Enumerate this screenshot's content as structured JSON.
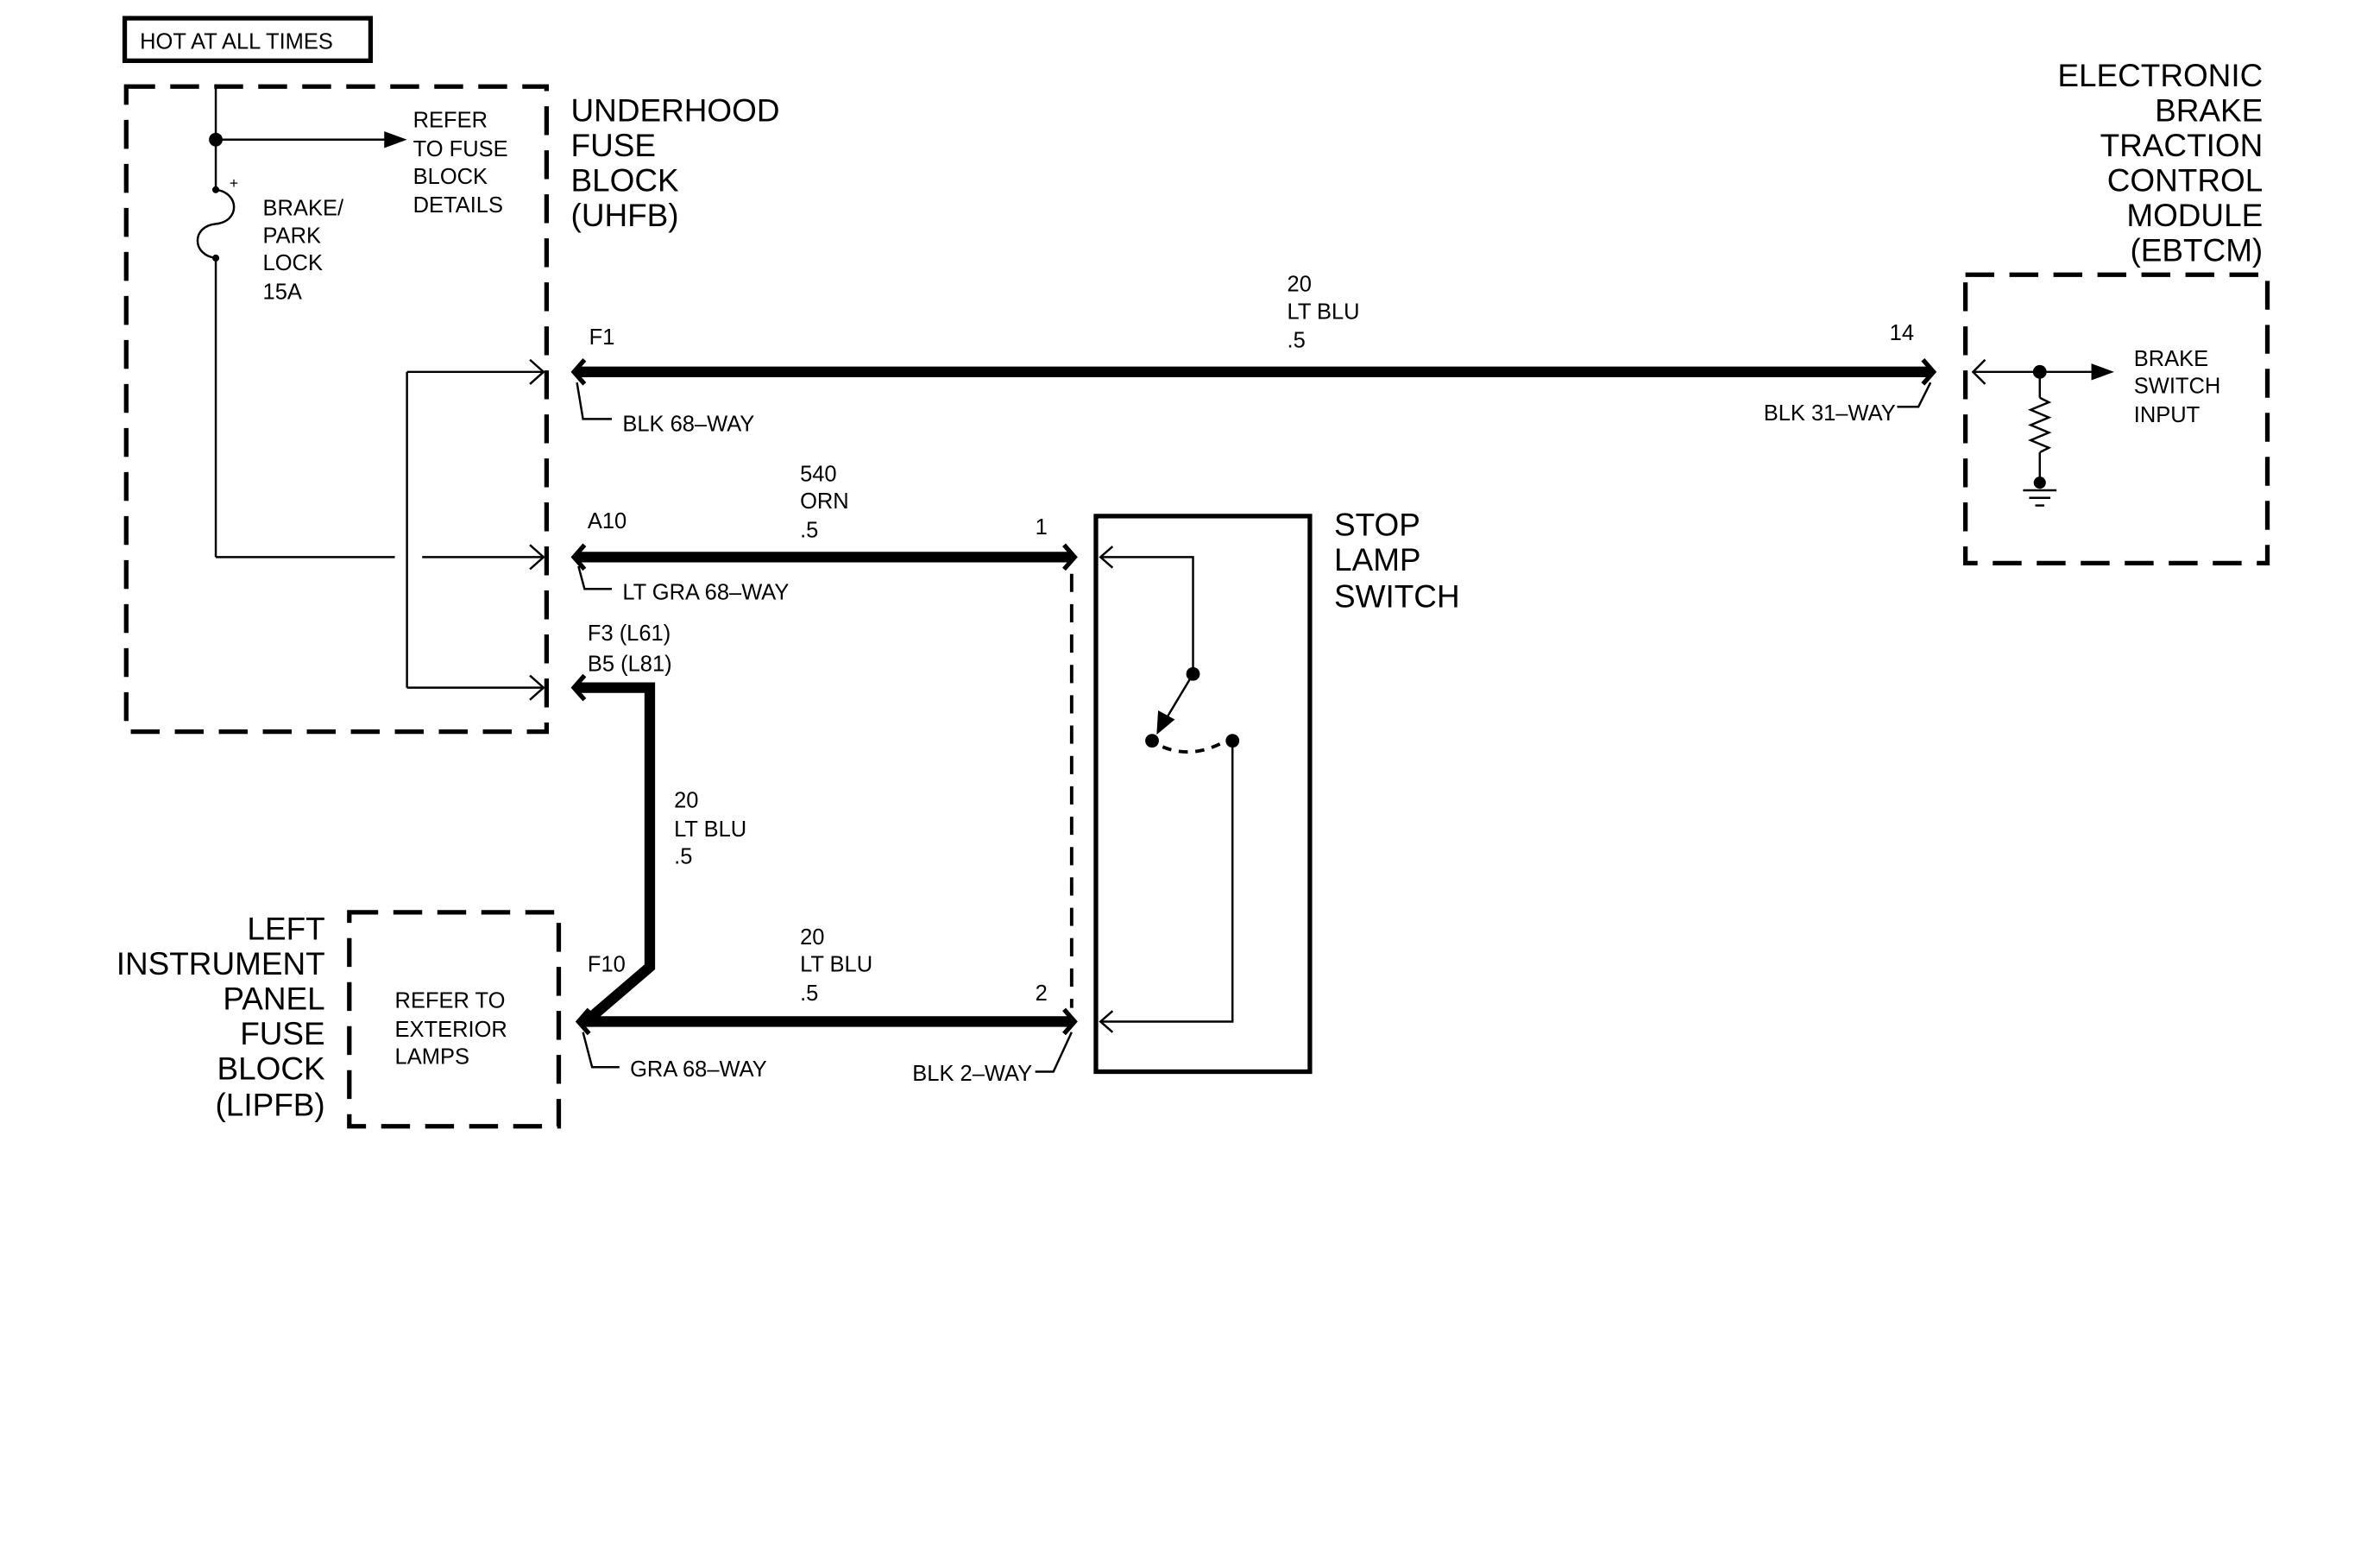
{
  "colors": {
    "ink": "#000000",
    "background": "#ffffff"
  },
  "power_source": {
    "label": "HOT AT ALL TIMES"
  },
  "underhood_fuse_block": {
    "name": [
      "UNDERHOOD",
      "FUSE",
      "BLOCK",
      "(UHFB)"
    ],
    "refer_note": [
      "REFER",
      "TO FUSE",
      "BLOCK",
      "DETAILS"
    ],
    "fuse": {
      "label": [
        "BRAKE/",
        "PARK",
        "LOCK",
        "15A"
      ],
      "polarity": "+"
    }
  },
  "ebtcm": {
    "name": [
      "ELECTRONIC",
      "BRAKE",
      "TRACTION",
      "CONTROL",
      "MODULE",
      "(EBTCM)"
    ],
    "input": [
      "BRAKE",
      "SWITCH",
      "INPUT"
    ]
  },
  "stop_lamp_switch": {
    "name": [
      "STOP",
      "LAMP",
      "SWITCH"
    ]
  },
  "left_ip_fuse_block": {
    "name": [
      "LEFT",
      "INSTRUMENT",
      "PANEL",
      "FUSE",
      "BLOCK",
      "(LIPFB)"
    ],
    "refer_note": [
      "REFER TO",
      "EXTERIOR",
      "LAMPS"
    ]
  },
  "circuits": {
    "uhfb_to_ebtcm": {
      "circuit": "20",
      "color": "LT BLU",
      "size": ".5",
      "from_pin": "F1",
      "to_pin": "14",
      "from_connector": "BLK 68–WAY",
      "to_connector": "BLK 31–WAY"
    },
    "uhfb_to_switch": {
      "circuit": "540",
      "color": "ORN",
      "size": ".5",
      "from_pin": "A10",
      "to_pin": "1",
      "from_connector": "LT GRA 68–WAY"
    },
    "uhfb_to_lipfb": {
      "circuit": "20",
      "color": "LT BLU",
      "size": ".5",
      "from_pins": [
        "F3 (L61)",
        "B5 (L81)"
      ]
    },
    "lipfb_to_switch": {
      "circuit": "20",
      "color": "LT BLU",
      "size": ".5",
      "from_pin": "F10",
      "to_pin": "2",
      "from_connector": "GRA 68–WAY",
      "to_connector": "BLK 2–WAY"
    }
  }
}
